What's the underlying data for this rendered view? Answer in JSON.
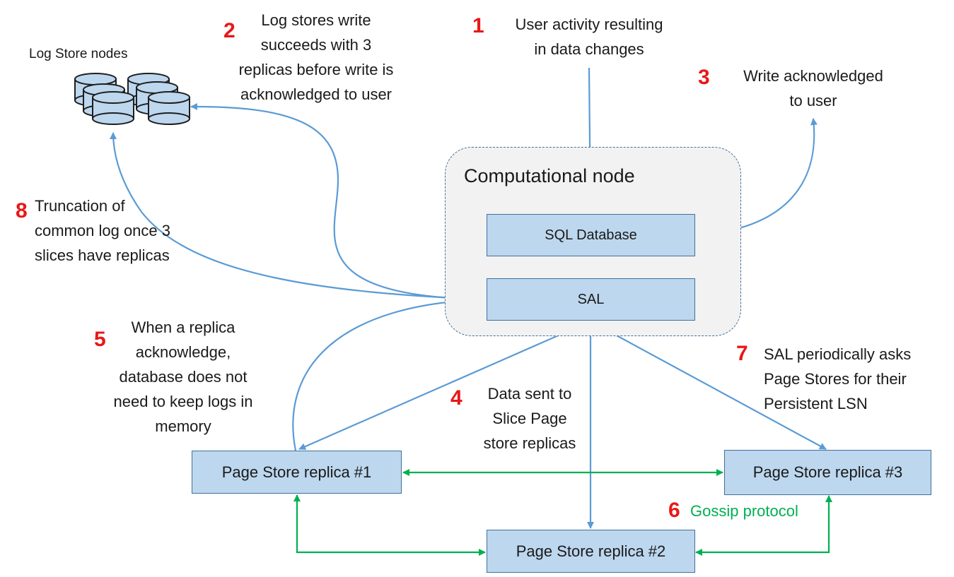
{
  "colors": {
    "arrow_blue": "#5b9bd5",
    "arrow_green": "#00b050",
    "number_red": "#e81818",
    "box_fill": "#bdd7ee",
    "box_border": "#41719c",
    "node_fill": "#f2f2f2"
  },
  "log_store": {
    "label": "Log Store nodes",
    "icon": "database-cluster-icon"
  },
  "computational_node": {
    "title": "Computational node"
  },
  "boxes": {
    "sql_database": "SQL Database",
    "sal": "SAL",
    "replica1": "Page Store replica #1",
    "replica2": "Page Store replica #2",
    "replica3": "Page Store replica #3"
  },
  "steps": {
    "s1": {
      "num": "1",
      "lines": [
        "User activity resulting",
        "in data changes"
      ]
    },
    "s2": {
      "num": "2",
      "lines": [
        "Log stores write",
        "succeeds with 3",
        "replicas before write is",
        "acknowledged to user"
      ]
    },
    "s3": {
      "num": "3",
      "lines": [
        "Write acknowledged",
        "to user"
      ]
    },
    "s4": {
      "num": "4",
      "lines": [
        "Data sent to",
        "Slice Page",
        "store replicas"
      ]
    },
    "s5": {
      "num": "5",
      "lines": [
        "When a replica",
        "acknowledge,",
        "database does not",
        "need to keep logs in",
        "memory"
      ]
    },
    "s6": {
      "num": "6",
      "text": "Gossip protocol"
    },
    "s7": {
      "num": "7",
      "lines": [
        "SAL periodically asks",
        "Page Stores for their",
        "Persistent LSN"
      ]
    },
    "s8": {
      "num": "8",
      "lines": [
        "Truncation of",
        "common log once 3",
        "slices have replicas"
      ]
    }
  }
}
